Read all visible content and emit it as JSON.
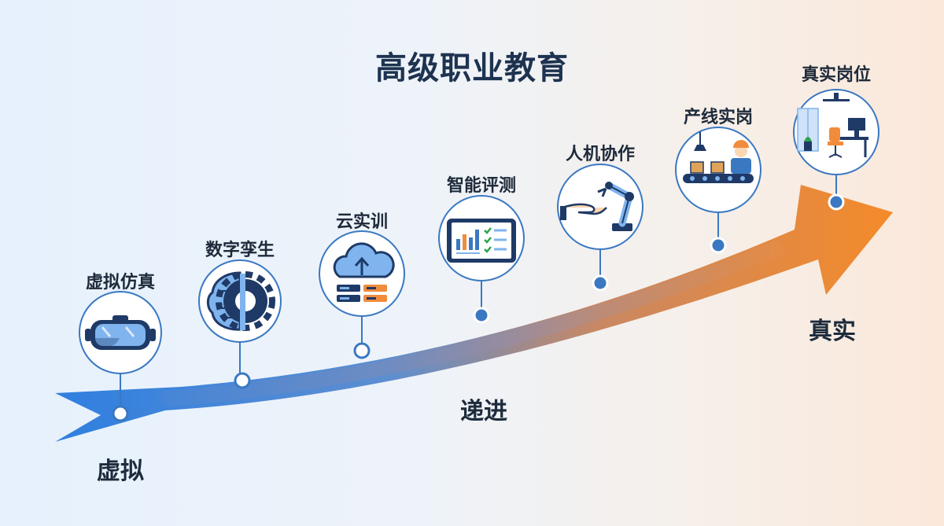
{
  "title": "高级职业教育",
  "stages": [
    {
      "label": "虚拟仿真",
      "icon": "vr-headset-icon"
    },
    {
      "label": "数字孪生",
      "icon": "brain-gear-icon"
    },
    {
      "label": "云实训",
      "icon": "cloud-server-icon"
    },
    {
      "label": "智能评测",
      "icon": "tablet-checklist-icon"
    },
    {
      "label": "人机协作",
      "icon": "robot-arm-hand-icon"
    },
    {
      "label": "产线实岗",
      "icon": "production-line-worker-icon"
    },
    {
      "label": "真实岗位",
      "icon": "office-workstation-icon"
    }
  ],
  "start_label": "虚拟",
  "end_label": "真实",
  "middle_label": "递进",
  "colors": {
    "start_blue": "#2f7fe0",
    "end_orange": "#f58a2a",
    "outline_blue": "#3a78c2",
    "icon_navy": "#1f3a66"
  }
}
